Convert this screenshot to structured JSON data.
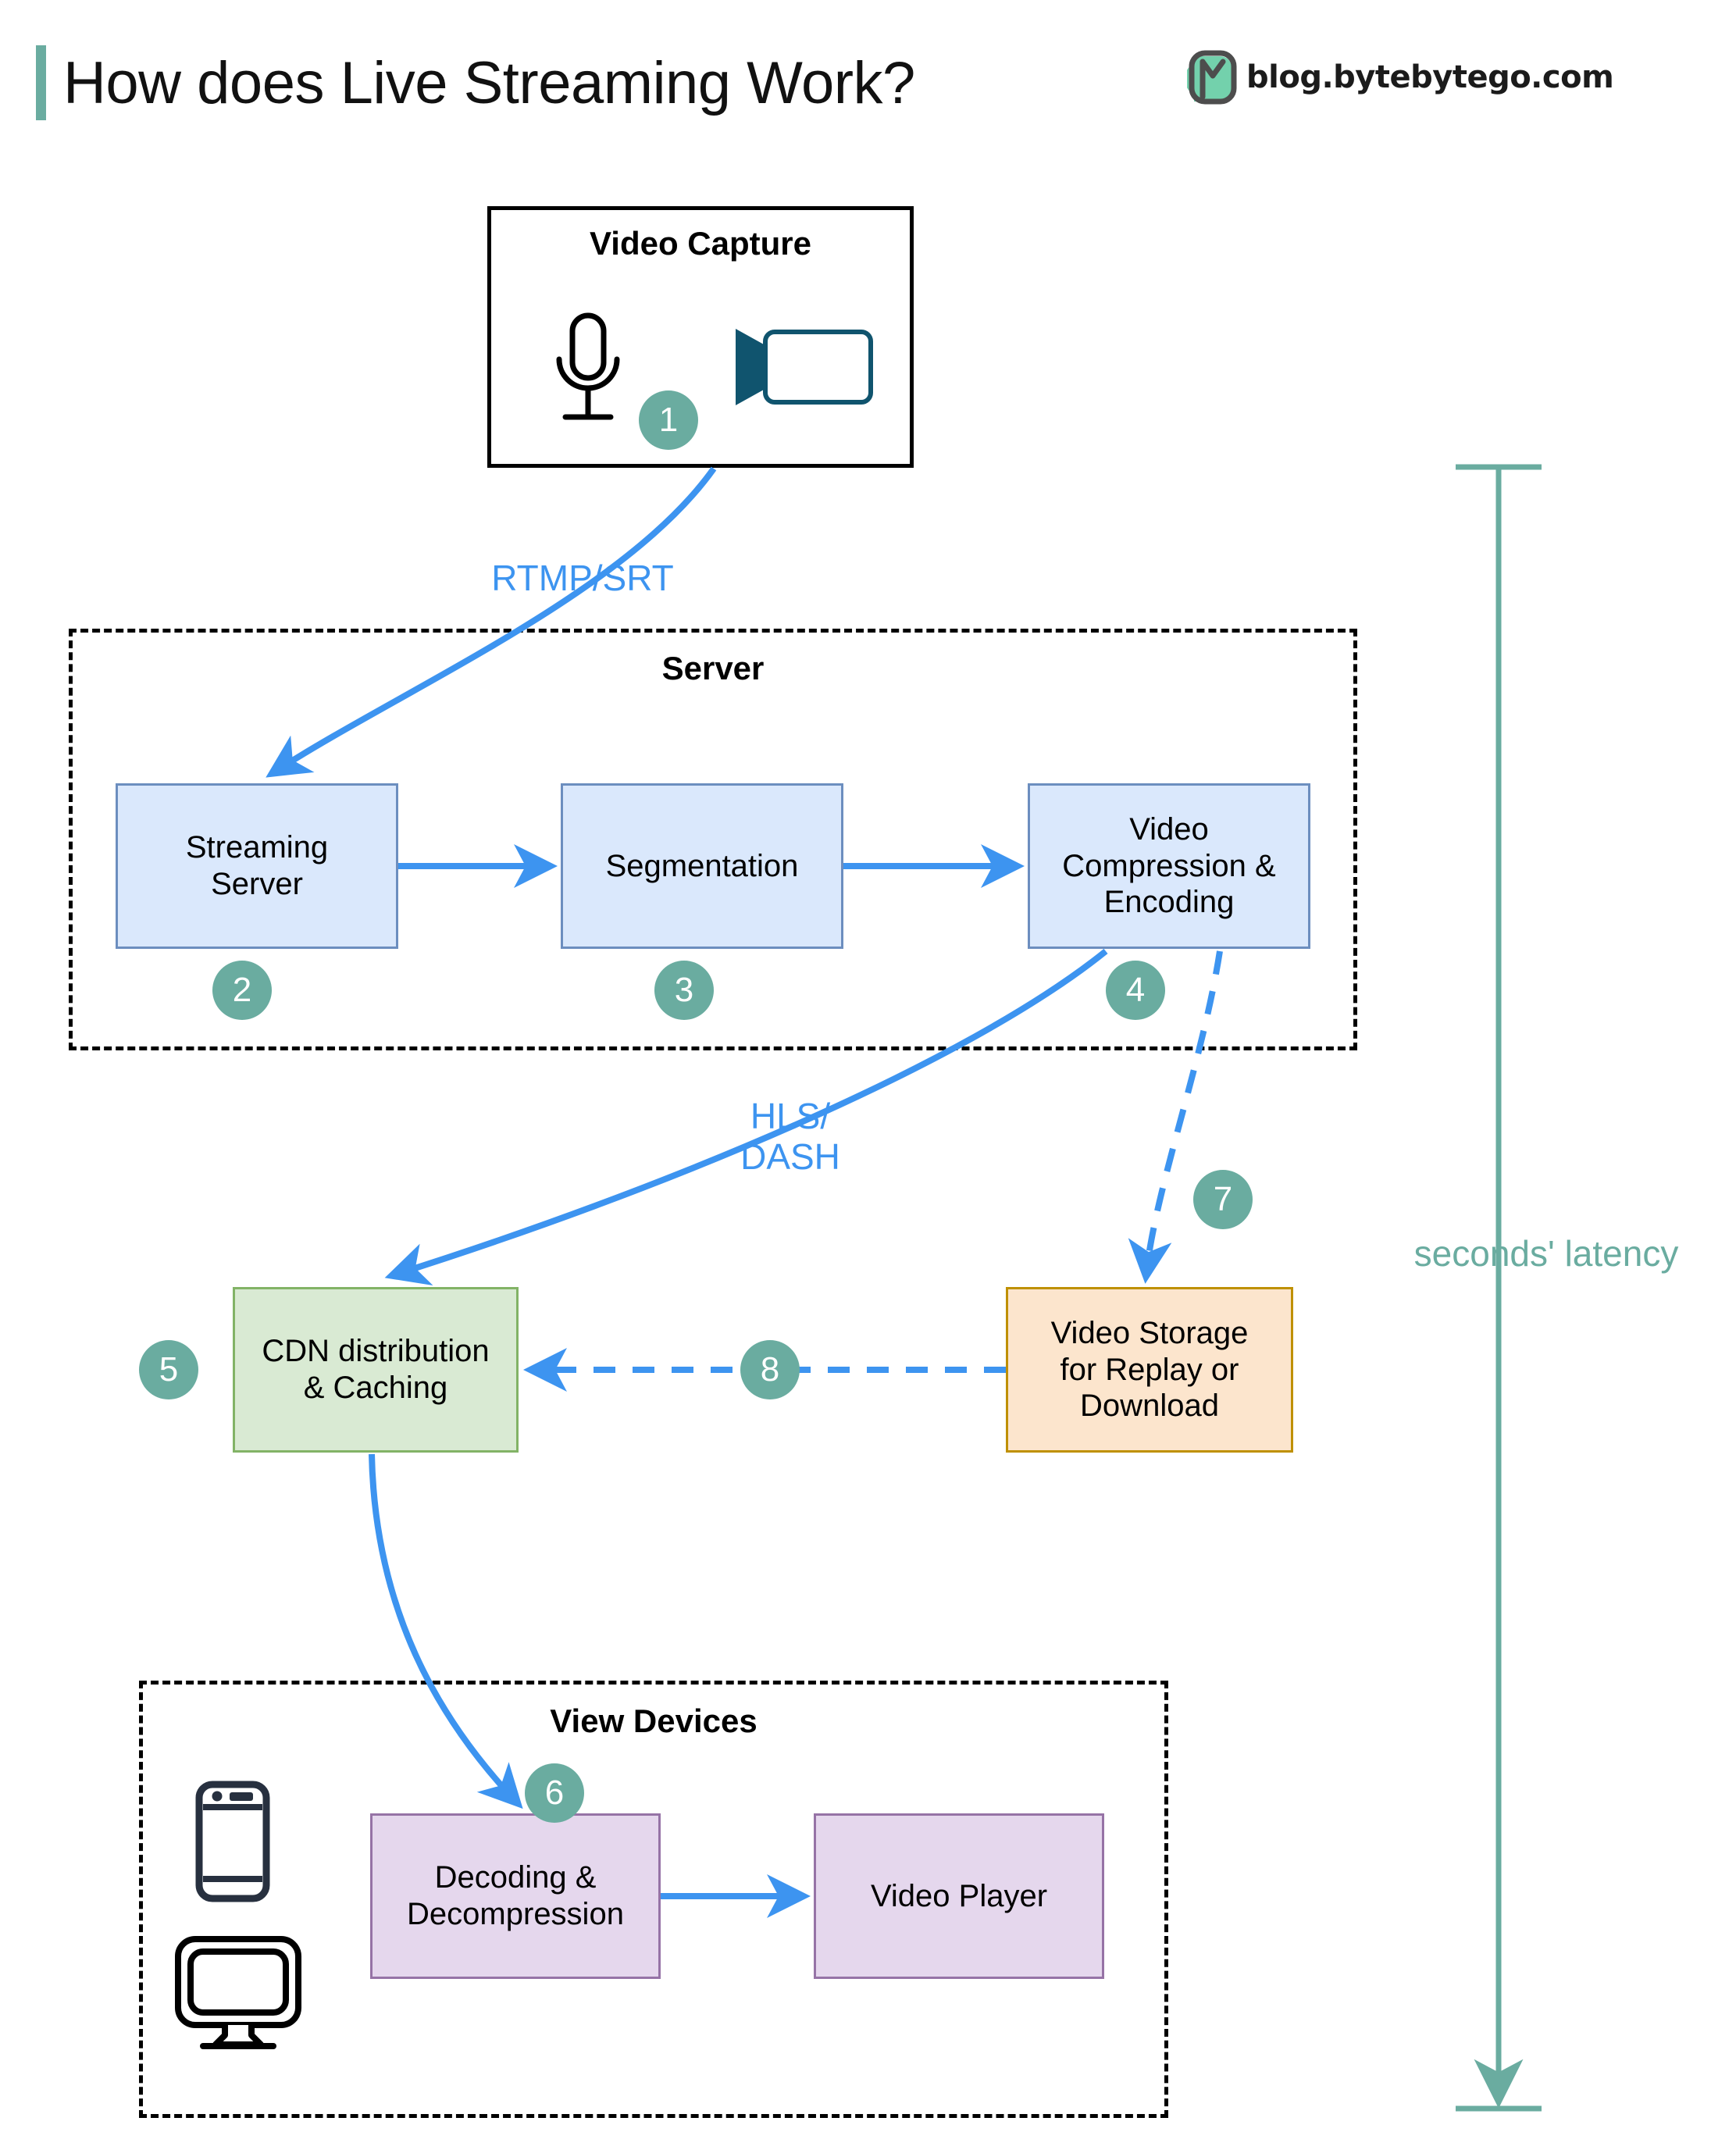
{
  "header": {
    "title": "How does Live Streaming Work?",
    "brand_text": "blog.bytebytego.com",
    "brand_logo_icon": "bytebytego-logo-icon",
    "accent_color": "#6aaca0"
  },
  "groups": {
    "video_capture": {
      "title": "Video Capture",
      "style": "solid"
    },
    "server": {
      "title": "Server",
      "style": "dashed"
    },
    "view_devices": {
      "title": "View Devices",
      "style": "dashed"
    }
  },
  "icons": {
    "microphone": "microphone-icon",
    "video_camera": "video-camera-icon",
    "mobile_phone": "mobile-phone-icon",
    "desktop_monitor": "desktop-monitor-icon"
  },
  "nodes": [
    {
      "id": "streaming-server",
      "label": "Streaming\nServer",
      "color": "blue",
      "fill": "#dae8fc",
      "border": "#6c8ebf"
    },
    {
      "id": "segmentation",
      "label": "Segmentation",
      "color": "blue",
      "fill": "#dae8fc",
      "border": "#6c8ebf"
    },
    {
      "id": "video-compression",
      "label": "Video\nCompression &\nEncoding",
      "color": "blue",
      "fill": "#dae8fc",
      "border": "#6c8ebf"
    },
    {
      "id": "cdn-distribution",
      "label": "CDN distribution\n& Caching",
      "color": "green",
      "fill": "#d9ead3",
      "border": "#82b366"
    },
    {
      "id": "video-storage",
      "label": "Video Storage\nfor Replay or\nDownload",
      "color": "orange",
      "fill": "#fce5cd",
      "border": "#bf9000"
    },
    {
      "id": "decoding",
      "label": "Decoding &\nDecompression",
      "color": "purple",
      "fill": "#e5d7ed",
      "border": "#9673a6"
    },
    {
      "id": "video-player",
      "label": "Video Player",
      "color": "purple",
      "fill": "#e5d7ed",
      "border": "#9673a6"
    }
  ],
  "badges": [
    {
      "id": "badge-1",
      "number": "1"
    },
    {
      "id": "badge-2",
      "number": "2"
    },
    {
      "id": "badge-3",
      "number": "3"
    },
    {
      "id": "badge-4",
      "number": "4"
    },
    {
      "id": "badge-5",
      "number": "5"
    },
    {
      "id": "badge-6",
      "number": "6"
    },
    {
      "id": "badge-7",
      "number": "7"
    },
    {
      "id": "badge-8",
      "number": "8"
    }
  ],
  "edge_labels": {
    "rtmp_srt": "RTMP/SRT",
    "hls_dash": "HLS/\nDASH"
  },
  "annotations": {
    "latency": "seconds' latency",
    "latency_color": "#6aaca0"
  },
  "colors": {
    "arrow_blue": "#3d94f0",
    "badge_teal": "#6aaca0",
    "camera_teal": "#10546e",
    "phone_navy": "#27303f"
  }
}
